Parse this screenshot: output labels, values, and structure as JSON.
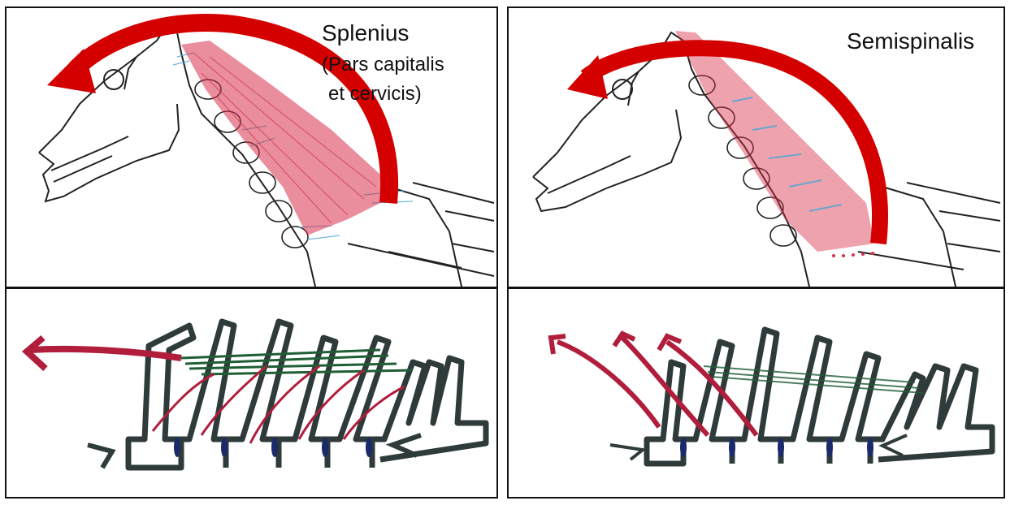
{
  "left_figure": {
    "title": "Splenius",
    "subtitle_line1": "(Pars capitalis",
    "subtitle_line2": "et cervicis)"
  },
  "right_figure": {
    "title": "Semispinalis"
  },
  "colors": {
    "muscle_red": "#d9304a",
    "arrow_red": "#d40000",
    "ligament_blue": "#4aa6d6",
    "ligament_green": "#1f5e35",
    "bone_gray": "#2f3b3b",
    "tendon_red": "#b01e3c",
    "outline": "#222222"
  },
  "icons": [
    "head-arrow-icon",
    "vertebra-icon",
    "compression-arrow-icon"
  ]
}
